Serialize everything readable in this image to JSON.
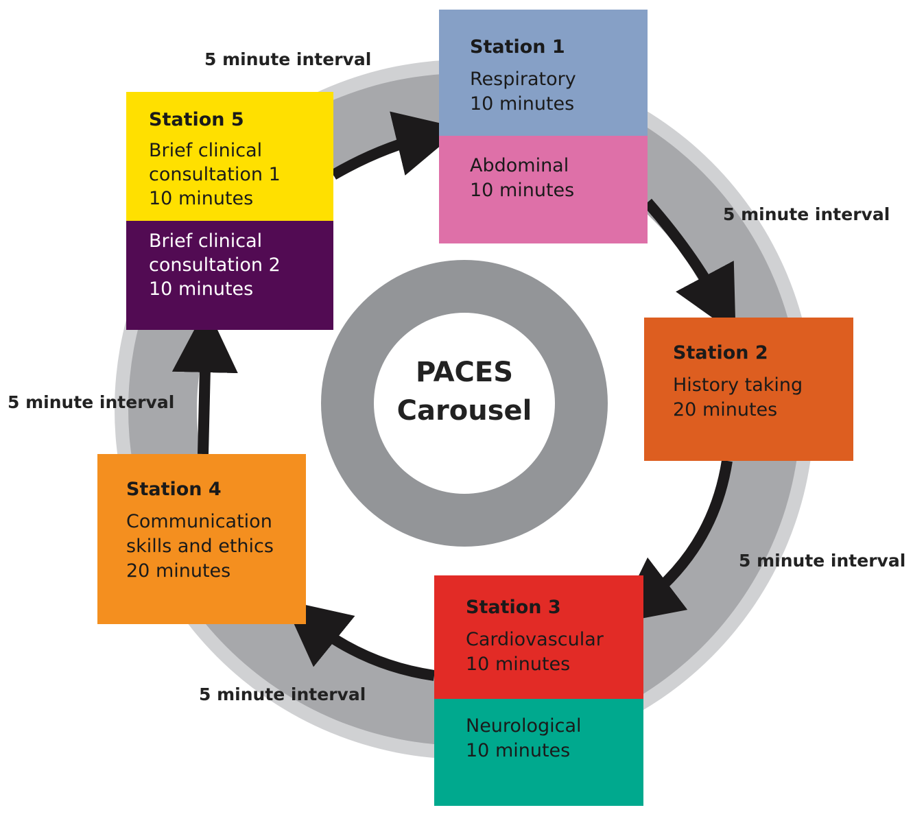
{
  "center": {
    "line1": "PACES",
    "line2": "Carousel"
  },
  "colors": {
    "outer_ring": "#d0d1d3",
    "middle_ring": "#a7a8ab",
    "inner_ring": "#939598",
    "arrow": "#1c1a1b",
    "respiratory": "#86a0c6",
    "abdominal": "#de70a8",
    "history": "#dd5e20",
    "cardiovascular": "#e22b26",
    "neurological": "#00a98e",
    "communication": "#f48f1f",
    "bcc1": "#ffe000",
    "bcc2": "#520b53"
  },
  "stations": [
    {
      "id": "station-1",
      "title": "Station 1",
      "parts": [
        {
          "lines": [
            "Respiratory",
            "10 minutes"
          ]
        },
        {
          "lines": [
            "Abdominal",
            "10 minutes"
          ]
        }
      ]
    },
    {
      "id": "station-2",
      "title": "Station 2",
      "parts": [
        {
          "lines": [
            "History taking",
            "20 minutes"
          ]
        }
      ]
    },
    {
      "id": "station-3",
      "title": "Station 3",
      "parts": [
        {
          "lines": [
            "Cardiovascular",
            "10 minutes"
          ]
        },
        {
          "lines": [
            "Neurological",
            "10 minutes"
          ]
        }
      ]
    },
    {
      "id": "station-4",
      "title": "Station 4",
      "parts": [
        {
          "lines": [
            "Communication",
            "skills and ethics",
            "20 minutes"
          ]
        }
      ]
    },
    {
      "id": "station-5",
      "title": "Station 5",
      "parts": [
        {
          "lines": [
            "Brief clinical",
            "consultation 1",
            "10 minutes"
          ]
        },
        {
          "lines": [
            "Brief clinical",
            "consultation 2",
            "10 minutes"
          ]
        }
      ]
    }
  ],
  "intervals": [
    {
      "label": "5 minute interval",
      "between": "Station 5 → Station 1"
    },
    {
      "label": "5 minute interval",
      "between": "Station 1 → Station 2"
    },
    {
      "label": "5 minute interval",
      "between": "Station 2 → Station 3"
    },
    {
      "label": "5 minute interval",
      "between": "Station 3 → Station 4"
    },
    {
      "label": "5 minute interval",
      "between": "Station 4 → Station 5"
    }
  ]
}
